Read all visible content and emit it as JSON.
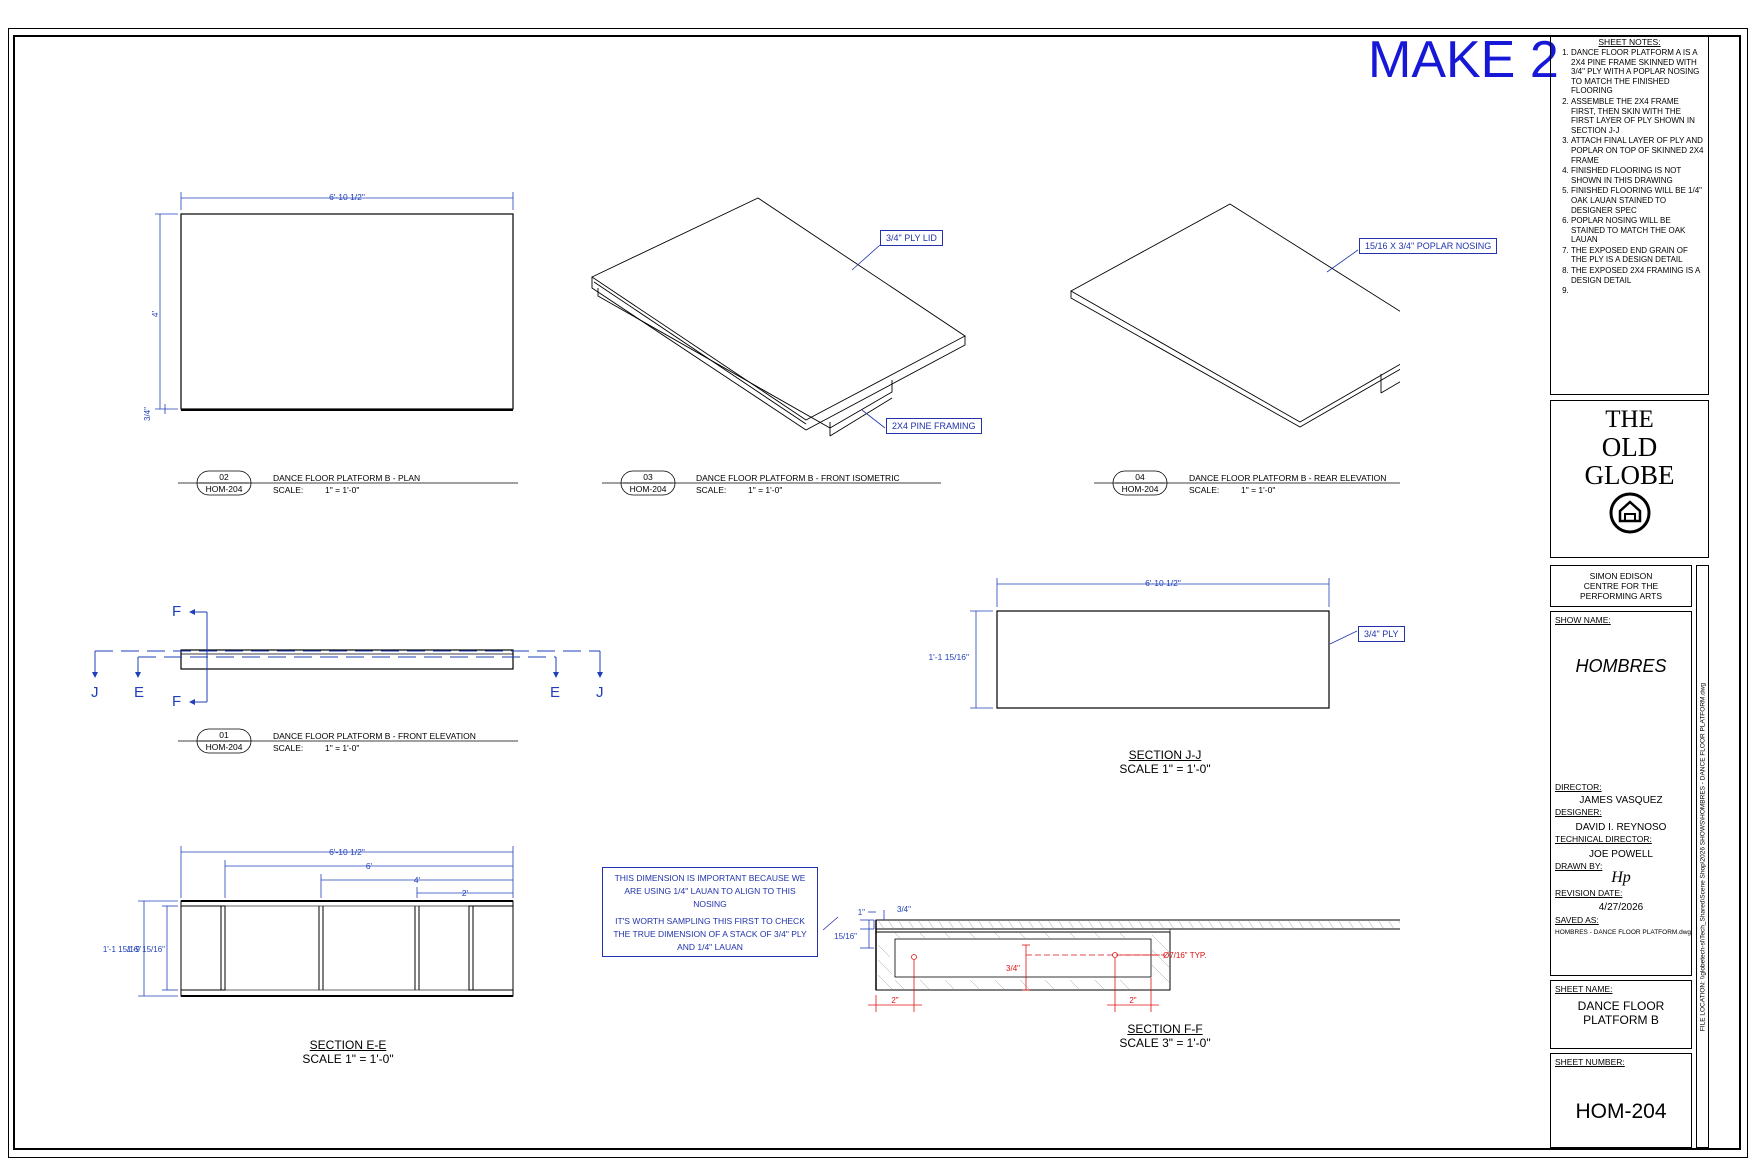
{
  "make_label": "MAKE 2",
  "sheet_notes": {
    "title": "SHEET NOTES:",
    "items": [
      "DANCE FLOOR PLATFORM A IS A 2X4 PINE FRAME SKINNED WITH 3/4\" PLY WITH A POPLAR NOSING TO MATCH THE FINISHED FLOORING",
      "ASSEMBLE THE 2X4 FRAME FIRST, THEN SKIN WITH THE FIRST LAYER OF PLY SHOWN IN SECTION J-J",
      "ATTACH FINAL LAYER OF PLY AND POPLAR ON TOP OF SKINNED 2X4 FRAME",
      "FINISHED FLOORING IS NOT SHOWN IN THIS DRAWING",
      "FINISHED FLOORING WILL BE 1/4\" OAK LAUAN STAINED TO DESIGNER SPEC",
      "POPLAR NOSING WILL BE STAINED TO MATCH THE OAK LAUAN",
      "THE EXPOSED END GRAIN OF THE PLY IS A DESIGN DETAIL",
      "THE EXPOSED 2X4 FRAMING IS A DESIGN DETAIL",
      ""
    ]
  },
  "logo": {
    "line1": "THE",
    "line2": "OLD",
    "line3": "GLOBE"
  },
  "venue": {
    "line1": "SIMON EDISON",
    "line2": "CENTRE FOR THE",
    "line3": "PERFORMING ARTS"
  },
  "show": {
    "show_name_label": "SHOW NAME:",
    "show_name": "HOMBRES",
    "director_label": "DIRECTOR:",
    "director": "JAMES VASQUEZ",
    "designer_label": "DESIGNER:",
    "designer": "DAVID I. REYNOSO",
    "td_label": "TECHNICAL DIRECTOR:",
    "td": "JOE POWELL",
    "drawn_by_label": "DRAWN BY:",
    "drawn_by": "Hp",
    "revision_label": "REVISION DATE:",
    "revision_date": "4/27/2026",
    "saved_as_label": "SAVED AS:",
    "saved_as": "HOMBRES - DANCE FLOOR PLATFORM.dwg",
    "sheet_name_label": "SHEET NAME:",
    "sheet_name_1": "DANCE FLOOR",
    "sheet_name_2": "PLATFORM B",
    "sheet_number_label": "SHEET NUMBER:",
    "sheet_number": "HOM-204"
  },
  "file_location": "FILE LOCATION: \\\\globetech-sl\\Tech_Shared\\Scene Shop\\2026 SHOWS\\HOMBRES - DANCE FLOOR PLATFORM.dwg",
  "views": {
    "plan": {
      "num": "02",
      "sheet": "HOM-204",
      "title": "DANCE FLOOR PLATFORM B - PLAN",
      "scale_label": "SCALE:",
      "scale": "1\" = 1'-0\"",
      "dim_w": "6'-10 1/2\"",
      "dim_h": "4'",
      "dim_small": "3/4\""
    },
    "iso": {
      "num": "03",
      "sheet": "HOM-204",
      "title": "DANCE FLOOR PLATFORM B - FRONT ISOMETRIC",
      "scale_label": "SCALE:",
      "scale": "1\" = 1'-0\"",
      "callout_lid": "3/4\" PLY LID",
      "callout_frame": "2X4 PINE FRAMING"
    },
    "rear": {
      "num": "04",
      "sheet": "HOM-204",
      "title": "DANCE FLOOR PLATFORM B - REAR ELEVATION",
      "scale_label": "SCALE:",
      "scale": "1\" = 1'-0\"",
      "callout_nosing": "15/16 X 3/4\" POPLAR NOSING"
    },
    "front": {
      "num": "01",
      "sheet": "HOM-204",
      "title": "DANCE FLOOR PLATFORM B - FRONT ELEVATION",
      "scale_label": "SCALE:",
      "scale": "1\" = 1'-0\"",
      "cut_f": "F",
      "cut_j": "J",
      "cut_e": "E"
    },
    "section_jj": {
      "title": "SECTION J-J",
      "scale": "SCALE 1\" = 1'-0\"",
      "dim_w": "6'-10 1/2\"",
      "dim_h": "1'-1 15/16\"",
      "callout": "3/4\" PLY"
    },
    "section_ee": {
      "title": "SECTION E-E",
      "scale": "SCALE 1\" = 1'-0\"",
      "dim_w": "6'-10 1/2\"",
      "dim_6": "6'",
      "dim_4": "4'",
      "dim_2": "2'",
      "dim_h1": "1'-1 15/16\"",
      "dim_h2": "1'-9 15/16\""
    },
    "section_ff": {
      "title": "SECTION F-F",
      "scale": "SCALE 3\" = 1'-0\"",
      "dim_1": "1\"",
      "dim_34": "3/4\"",
      "dim_1516": "15/16\"",
      "dim_2a": "2\"",
      "dim_2b": "2\"",
      "dim_hole": "Ø7/16\" TYP.",
      "dim_34b": "3/4\""
    }
  },
  "note_box": {
    "line1": "THIS DIMENSION IS IMPORTANT BECAUSE WE ARE USING 1/4\" LAUAN TO ALIGN TO THIS NOSING",
    "line2": "IT'S WORTH SAMPLING THIS FIRST TO CHECK THE TRUE DIMENSION OF A STACK OF 3/4\" PLY AND 1/4\" LAUAN"
  }
}
